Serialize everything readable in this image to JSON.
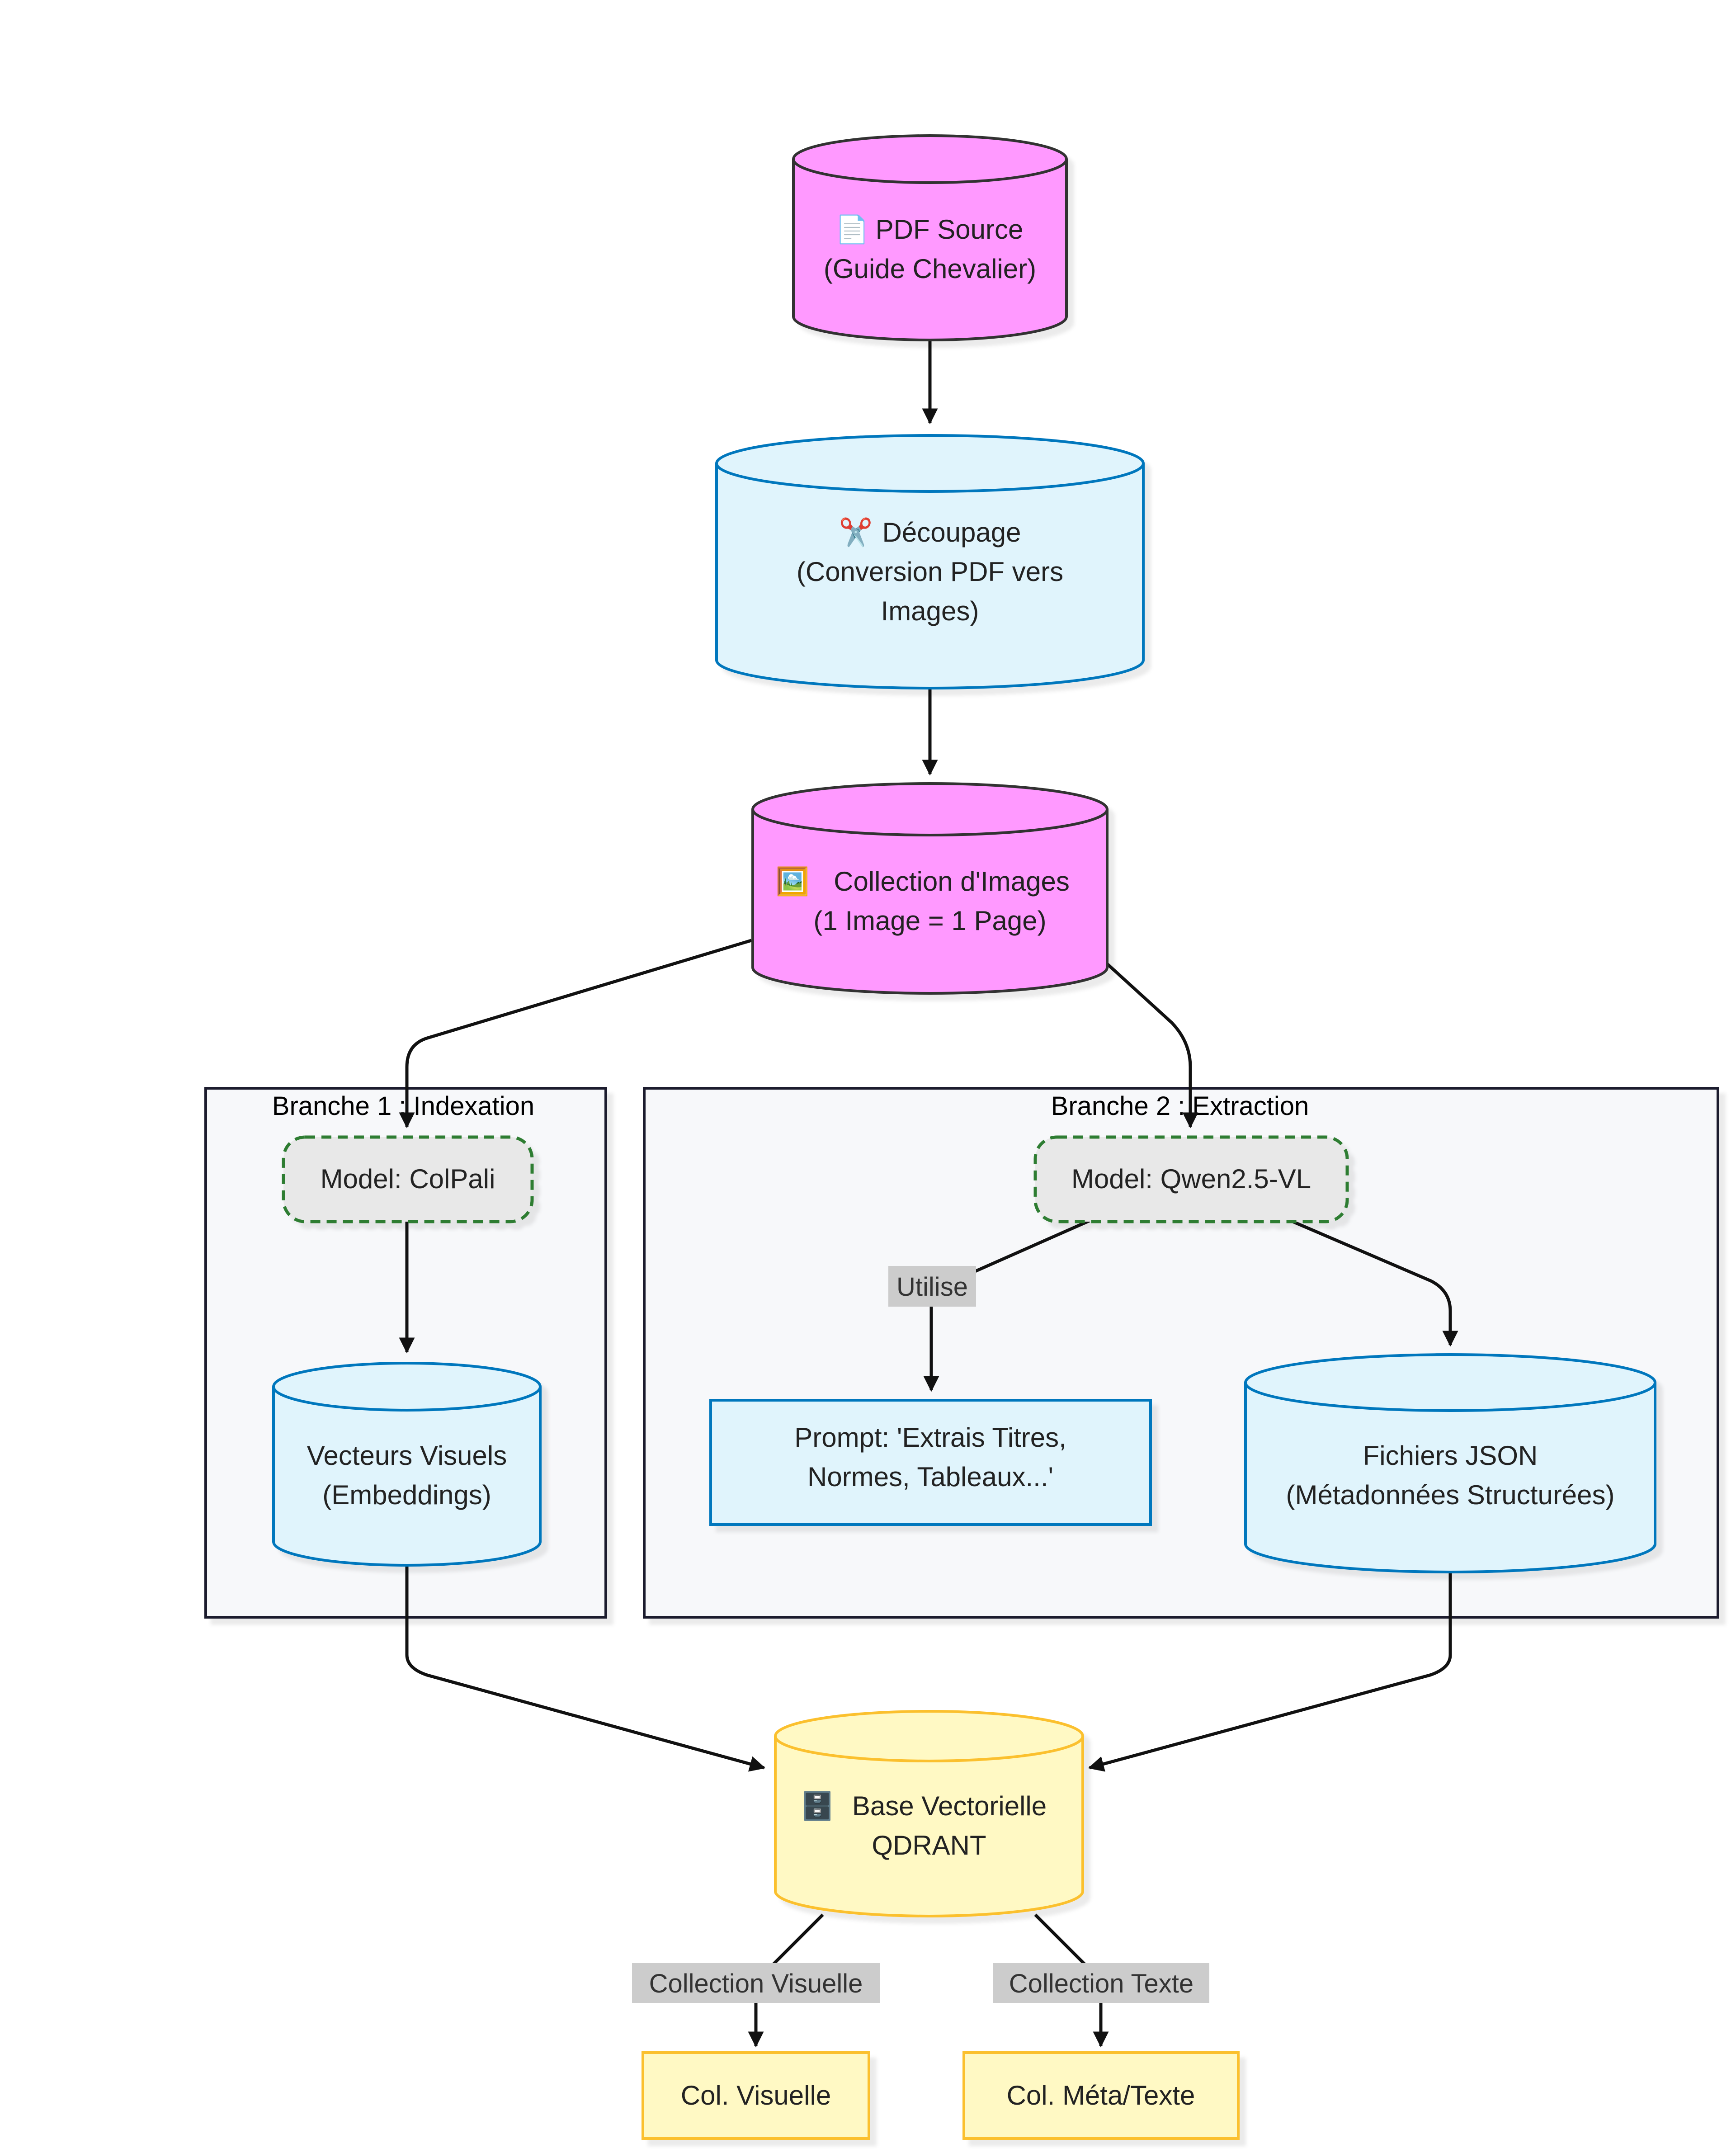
{
  "nodes": {
    "pdf_source": {
      "icon": "📄",
      "line1": "PDF Source",
      "line2": "(Guide Chevalier)",
      "fill": "#ff99ff",
      "stroke": "#333333"
    },
    "decoupage": {
      "icon": "✂️",
      "line1": "Découpage",
      "line2": "(Conversion PDF vers",
      "line3": "Images)",
      "fill": "#e0f4fc",
      "stroke": "#0277bd"
    },
    "collection_images": {
      "icon": "🖼️",
      "line1": "Collection d'Images",
      "line2": "(1 Image = 1 Page)",
      "fill": "#ff99ff",
      "stroke": "#333333"
    },
    "model_colpali": {
      "label": "Model: ColPali",
      "fill": "#e8e8e8",
      "stroke": "#2e7d32"
    },
    "vecteurs": {
      "line1": "Vecteurs Visuels",
      "line2": "(Embeddings)",
      "fill": "#e0f4fc",
      "stroke": "#0277bd"
    },
    "model_qwen": {
      "label": "Model: Qwen2.5-VL",
      "fill": "#e8e8e8",
      "stroke": "#2e7d32"
    },
    "prompt": {
      "line1": "Prompt: 'Extrais Titres,",
      "line2": "Normes, Tableaux...'",
      "fill": "#e0f4fc",
      "stroke": "#0277bd"
    },
    "fichiers_json": {
      "line1": "Fichiers JSON",
      "line2": "(Métadonnées Structurées)",
      "fill": "#e0f4fc",
      "stroke": "#0277bd"
    },
    "qdrant": {
      "icon": "🗄️",
      "line1": "Base Vectorielle",
      "line2": "QDRANT",
      "fill": "#fff9c4",
      "stroke": "#fbc02d"
    },
    "col_visuelle": {
      "label": "Col. Visuelle",
      "fill": "#fff9c4",
      "stroke": "#fbc02d"
    },
    "col_meta": {
      "label": "Col. Méta/Texte",
      "fill": "#fff9c4",
      "stroke": "#fbc02d"
    }
  },
  "groups": {
    "branche1": {
      "title": "Branche 1 : Indexation",
      "fill": "#f7f8fa",
      "stroke": "#1a1a2e"
    },
    "branche2": {
      "title": "Branche 2 : Extraction",
      "fill": "#f7f8fa",
      "stroke": "#1a1a2e"
    }
  },
  "edge_labels": {
    "utilise": "Utilise",
    "collection_visuelle": "Collection Visuelle",
    "collection_texte": "Collection Texte"
  }
}
